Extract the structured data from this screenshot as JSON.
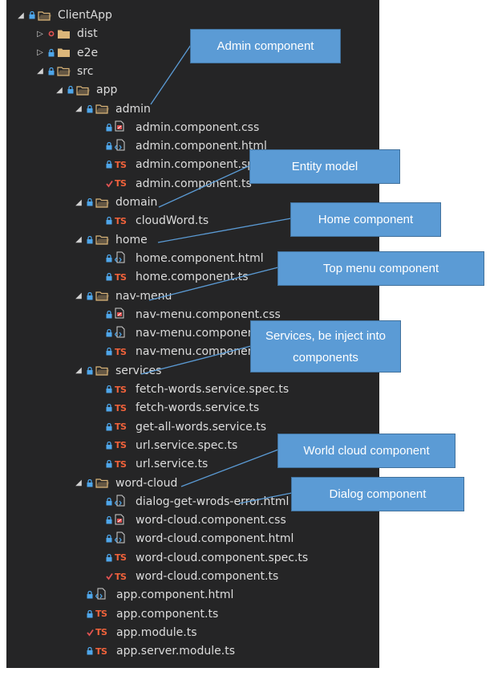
{
  "tree": [
    {
      "label": "ClientApp",
      "depth": 0,
      "expanded": true,
      "type": "folder",
      "status": "lock"
    },
    {
      "label": "dist",
      "depth": 1,
      "expanded": false,
      "type": "folder",
      "status": "dot"
    },
    {
      "label": "e2e",
      "depth": 1,
      "expanded": false,
      "type": "folder",
      "status": "lock"
    },
    {
      "label": "src",
      "depth": 1,
      "expanded": true,
      "type": "folder",
      "status": "lock"
    },
    {
      "label": "app",
      "depth": 2,
      "expanded": true,
      "type": "folder",
      "status": "lock"
    },
    {
      "label": "admin",
      "depth": 3,
      "expanded": true,
      "type": "folder",
      "status": "lock"
    },
    {
      "label": "admin.component.css",
      "depth": 4,
      "type": "css",
      "status": "lock"
    },
    {
      "label": "admin.component.html",
      "depth": 4,
      "type": "html",
      "status": "lock"
    },
    {
      "label": "admin.component.spec.ts",
      "depth": 4,
      "type": "ts",
      "status": "lock"
    },
    {
      "label": "admin.component.ts",
      "depth": 4,
      "type": "ts",
      "status": "check"
    },
    {
      "label": "domain",
      "depth": 3,
      "expanded": true,
      "type": "folder",
      "status": "lock"
    },
    {
      "label": "cloudWord.ts",
      "depth": 4,
      "type": "ts",
      "status": "lock"
    },
    {
      "label": "home",
      "depth": 3,
      "expanded": true,
      "type": "folder",
      "status": "lock"
    },
    {
      "label": "home.component.html",
      "depth": 4,
      "type": "html",
      "status": "lock"
    },
    {
      "label": "home.component.ts",
      "depth": 4,
      "type": "ts",
      "status": "lock"
    },
    {
      "label": "nav-menu",
      "depth": 3,
      "expanded": true,
      "type": "folder",
      "status": "lock"
    },
    {
      "label": "nav-menu.component.css",
      "depth": 4,
      "type": "css",
      "status": "lock"
    },
    {
      "label": "nav-menu.component.html",
      "depth": 4,
      "type": "html",
      "status": "lock"
    },
    {
      "label": "nav-menu.component.ts",
      "depth": 4,
      "type": "ts",
      "status": "lock"
    },
    {
      "label": "services",
      "depth": 3,
      "expanded": true,
      "type": "folder",
      "status": "lock"
    },
    {
      "label": "fetch-words.service.spec.ts",
      "depth": 4,
      "type": "ts",
      "status": "lock"
    },
    {
      "label": "fetch-words.service.ts",
      "depth": 4,
      "type": "ts",
      "status": "lock"
    },
    {
      "label": "get-all-words.service.ts",
      "depth": 4,
      "type": "ts",
      "status": "lock"
    },
    {
      "label": "url.service.spec.ts",
      "depth": 4,
      "type": "ts",
      "status": "lock"
    },
    {
      "label": "url.service.ts",
      "depth": 4,
      "type": "ts",
      "status": "lock"
    },
    {
      "label": "word-cloud",
      "depth": 3,
      "expanded": true,
      "type": "folder",
      "status": "lock"
    },
    {
      "label": "dialog-get-wrods-error.html",
      "depth": 4,
      "type": "html",
      "status": "lock"
    },
    {
      "label": "word-cloud.component.css",
      "depth": 4,
      "type": "css",
      "status": "lock"
    },
    {
      "label": "word-cloud.component.html",
      "depth": 4,
      "type": "html",
      "status": "lock"
    },
    {
      "label": "word-cloud.component.spec.ts",
      "depth": 4,
      "type": "ts",
      "status": "lock"
    },
    {
      "label": "word-cloud.component.ts",
      "depth": 4,
      "type": "ts",
      "status": "check"
    },
    {
      "label": "app.component.html",
      "depth": 3,
      "type": "html",
      "status": "lock"
    },
    {
      "label": "app.component.ts",
      "depth": 3,
      "type": "ts",
      "status": "lock"
    },
    {
      "label": "app.module.ts",
      "depth": 3,
      "type": "ts",
      "status": "check"
    },
    {
      "label": "app.server.module.ts",
      "depth": 3,
      "type": "ts",
      "status": "lock"
    }
  ],
  "ts_label": "TS",
  "callouts": [
    {
      "text": "Admin component"
    },
    {
      "text": "Entity model"
    },
    {
      "text": "Home component"
    },
    {
      "text": "Top menu component"
    },
    {
      "text": "Services, be inject into components"
    },
    {
      "text": "World cloud component"
    },
    {
      "text": "Dialog component"
    }
  ],
  "colors": {
    "panel": "#252526",
    "callout": "#5b9bd5",
    "ts": "#f0623b",
    "text": "#dcdcdc"
  }
}
